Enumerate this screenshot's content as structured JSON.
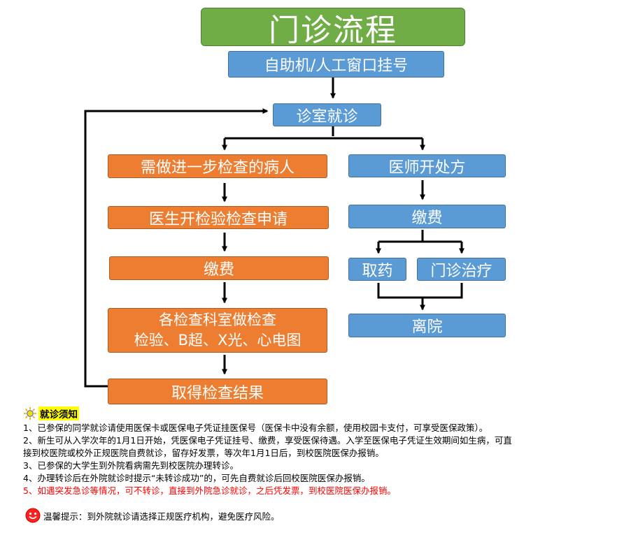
{
  "title": "门诊流程",
  "steps": {
    "register": "自助机/人工窗口挂号",
    "consult": "诊室就诊",
    "need_exam": "需做进一步检查的病人",
    "exam_request": "医生开检验检查申请",
    "pay_left": "缴费",
    "exam_line1": "各检查科室做检查",
    "exam_line2": "检验、B超、X光、心电图",
    "get_result": "取得检查结果",
    "prescribe": "医师开处方",
    "pay_right": "缴费",
    "take_medicine": "取药",
    "outpatient_treatment": "门诊治疗",
    "leave": "离院"
  },
  "notes": {
    "heading": "就诊须知",
    "items": [
      "1、已参保的同学就诊请使用医保卡或医保电子凭证挂医保号（医保卡中没有余额，使用校园卡支付，可享受医保政策）。",
      "2、新生可从入学次年的1月1日开始，凭医保电子凭证挂号、缴费，享受医保待遇。入学至医保电子凭证生效期间如生病，可直",
      "接到校医院或校外正规医院自费就诊，留存好发票，等次年1月1日后，到校医院医保办报销。",
      "3、已参保的大学生到外院看病需先到校医院办理转诊。",
      "4、办理转诊后在外院就诊时提示“未转诊成功”的，可先自费就诊后回校医院医保办报销。",
      "5、如遇突发急诊等情况，可不转诊，直接到外院急诊就诊，之后凭发票，到校医院医保办报销。"
    ],
    "tip": "温馨提示：到外院就诊请选择正规医疗机构，避免医疗风险。"
  },
  "colors": {
    "title_green": "#70ad47",
    "box_blue": "#5b9bd5",
    "box_orange": "#ed7d31",
    "warning_red": "#ff0000",
    "highlight_yellow": "#ffff00"
  },
  "icons": [
    "sun-icon",
    "smiley-face-icon"
  ]
}
